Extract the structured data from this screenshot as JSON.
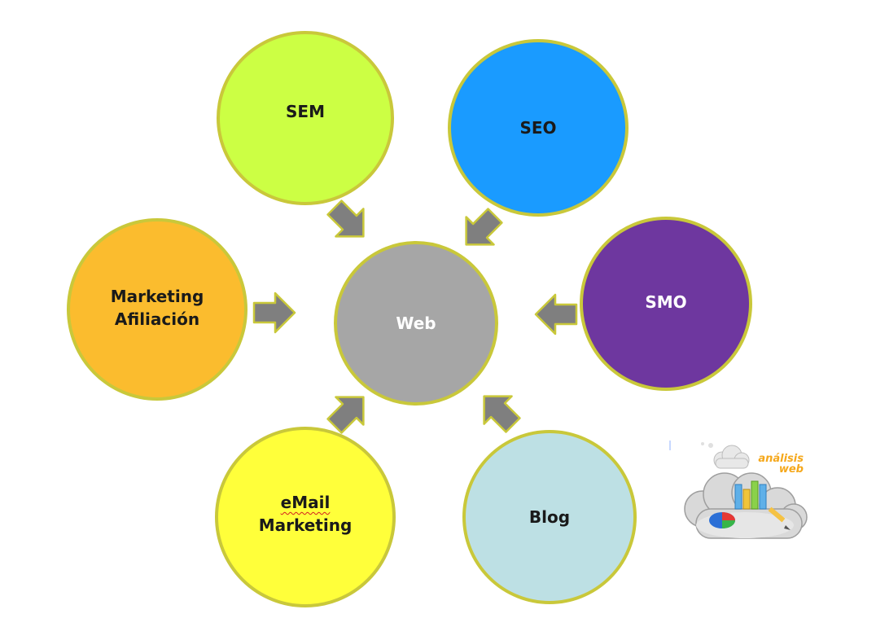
{
  "center": {
    "label": "Web",
    "color": "#a6a6a6"
  },
  "nodes": {
    "sem": {
      "label": "SEM",
      "color": "#ccff44"
    },
    "seo": {
      "label": "SEO",
      "color": "#1a9bff"
    },
    "smo": {
      "label": "SMO",
      "color": "#6e379f"
    },
    "marketing_afiliacion": {
      "line1": "Marketing",
      "line2": "Afiliación",
      "color": "#fbbc2e"
    },
    "email_marketing": {
      "line1": "eMail",
      "line2": "Marketing",
      "color": "#ffff3a"
    },
    "blog": {
      "label": "Blog",
      "color": "#bde0e4"
    }
  },
  "border_color": "#c9c83a",
  "arrow_color": "#7f7f7f",
  "logo": {
    "line1": "análisis",
    "line2": "web"
  }
}
